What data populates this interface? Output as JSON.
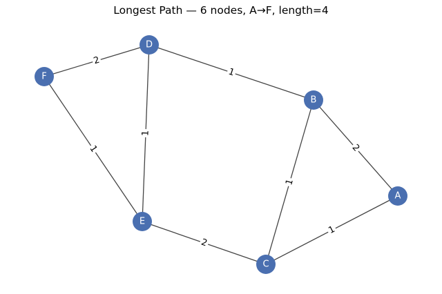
{
  "title": "Longest Path — 6 nodes, A→F, length=4",
  "colors": {
    "node_fill": "#4a6fb0",
    "node_label": "#ffffff",
    "edge": "#444444",
    "background": "#ffffff"
  },
  "nodes": [
    {
      "id": "A",
      "label": "A"
    },
    {
      "id": "B",
      "label": "B"
    },
    {
      "id": "C",
      "label": "C"
    },
    {
      "id": "D",
      "label": "D"
    },
    {
      "id": "E",
      "label": "E"
    },
    {
      "id": "F",
      "label": "F"
    }
  ],
  "edges": [
    {
      "source": "D",
      "target": "F",
      "weight": "2"
    },
    {
      "source": "D",
      "target": "B",
      "weight": "1"
    },
    {
      "source": "D",
      "target": "E",
      "weight": "1"
    },
    {
      "source": "F",
      "target": "E",
      "weight": "1"
    },
    {
      "source": "B",
      "target": "A",
      "weight": "2"
    },
    {
      "source": "B",
      "target": "C",
      "weight": "1"
    },
    {
      "source": "E",
      "target": "C",
      "weight": "2"
    },
    {
      "source": "C",
      "target": "A",
      "weight": "1"
    }
  ]
}
